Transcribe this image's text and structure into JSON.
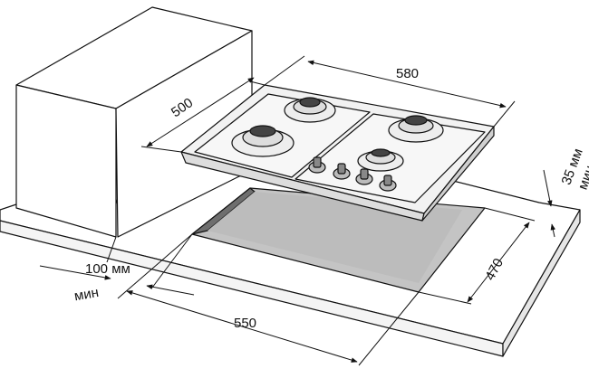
{
  "dimensions": {
    "hob_width": "580",
    "hob_depth": "500",
    "cutout_width": "550",
    "cutout_depth": "470",
    "clearance_side": "100 мм",
    "clearance_side_min": "мин",
    "worktop_thickness": "35 мм",
    "worktop_thickness_min": "мин"
  },
  "colors": {
    "line": "#111111",
    "cutout_fill": "#c4c4c4",
    "hob_fill": "#f2f2f2",
    "cabinet_fill": "#ffffff",
    "worktop_side": "#e6e6e6"
  }
}
